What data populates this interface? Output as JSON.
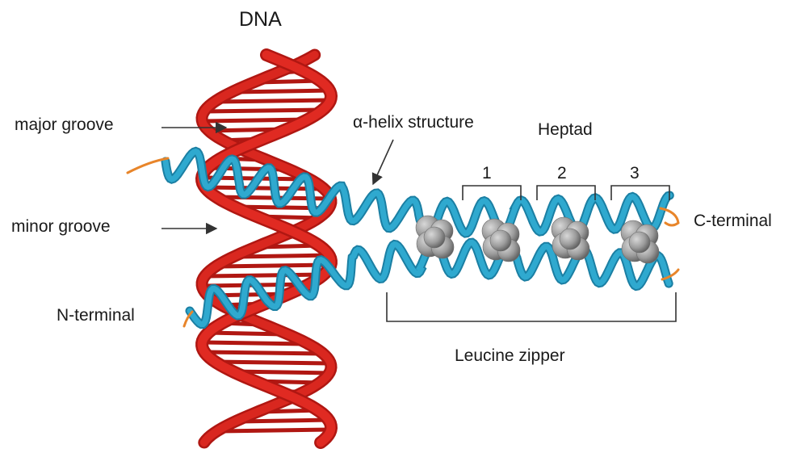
{
  "labels": {
    "dna": "DNA",
    "major_groove": "major groove",
    "minor_groove": "minor groove",
    "alpha_helix": "α-helix structure",
    "heptad": "Heptad",
    "heptad_1": "1",
    "heptad_2": "2",
    "heptad_3": "3",
    "c_terminal": "C-terminal",
    "n_terminal": "N-terminal",
    "leucine_zipper": "Leucine zipper"
  },
  "colors": {
    "dna_strand": "#e02a22",
    "dna_shadow": "#b01712",
    "protein_helix": "#2fa9cf",
    "protein_helix_dark": "#1b7fa3",
    "leucine_sphere": "#9c9c9c",
    "terminal_tail": "#e8852a",
    "line": "#333333"
  }
}
